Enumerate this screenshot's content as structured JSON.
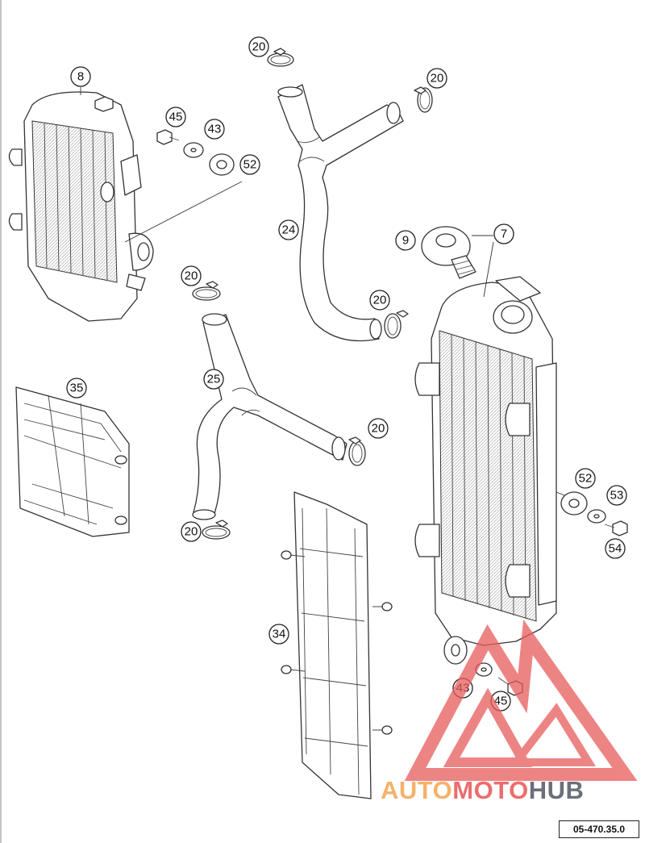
{
  "callouts": {
    "c8": "8",
    "c45a": "45",
    "c43a": "43",
    "c52a": "52",
    "c20a": "20",
    "c20b": "20",
    "c24": "24",
    "c9": "9",
    "c7": "7",
    "c20c": "20",
    "c20d": "20",
    "c25": "25",
    "c35": "35",
    "c20e": "20",
    "c20f": "20",
    "c52b": "52",
    "c53": "53",
    "c54": "54",
    "c34": "34",
    "c43b": "43",
    "c45b": "45"
  },
  "watermark": {
    "part1": "AUTO",
    "part2": "MOTO",
    "part3": "HUB"
  },
  "reference_code": "05-470.35.0",
  "colors": {
    "watermark_red": "#e85b5b",
    "watermark_orange": "#f4b26a",
    "watermark_gray": "#6b6f78"
  }
}
